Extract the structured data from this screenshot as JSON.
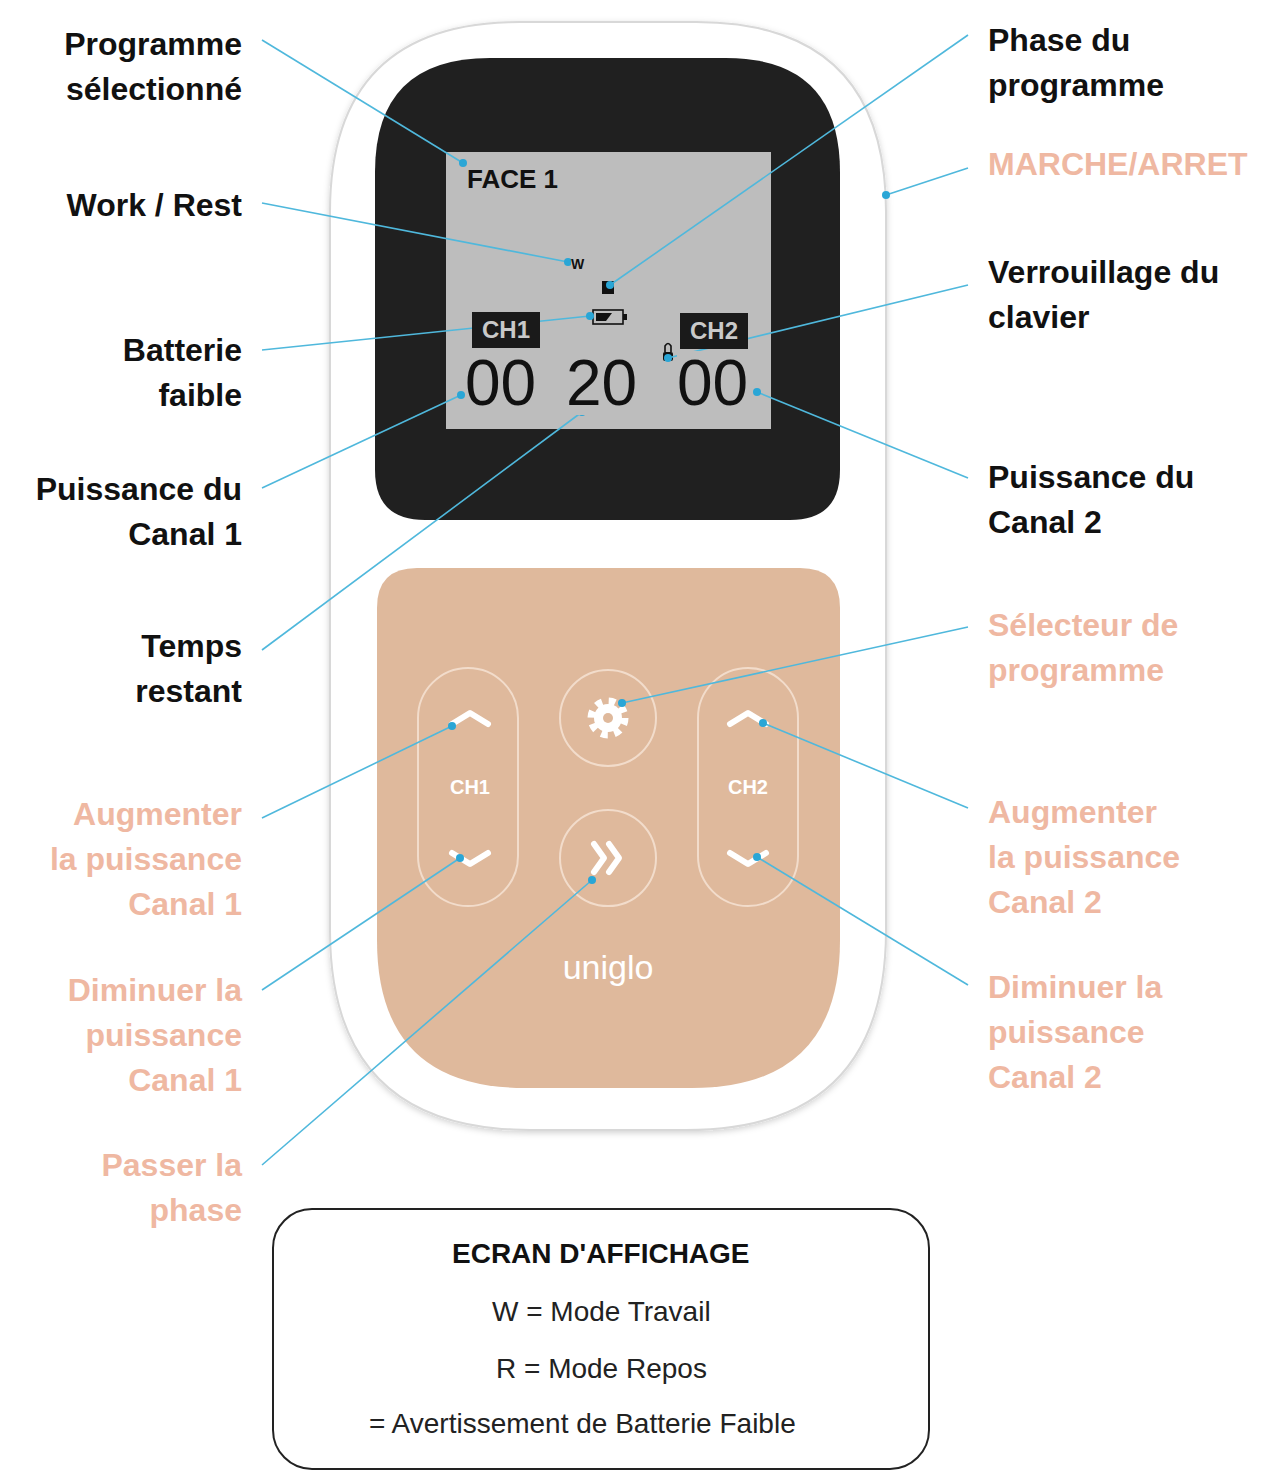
{
  "diagram": {
    "nodes": [
      {
        "text": [
          "CH1"
        ]
      },
      {
        "text": [
          "CH2"
        ]
      },
      {
        "text": [
          "ECRAN D'AFFICHAGE",
          "W = Mode Travail",
          "R = Mode Repos",
          "= Avertissement de Batterie Faible"
        ]
      }
    ],
    "labels": [
      "Programme sélectionné",
      "Work / Rest",
      "Batterie faible",
      "Puissance du Canal 1",
      "Temps restant",
      "Augmenter la puissance Canal 1",
      "Diminuer la puissance Canal 1",
      "Passer la phase",
      "Phase du programme",
      "MARCHE/ARRET",
      "Verrouillage du clavier",
      "Puissance du Canal 2",
      "Sélecteur de programme",
      "Augmenter la puissance Canal 2",
      "Diminuer la puissance Canal 2",
      "FACE 1",
      "W",
      "00",
      "20",
      "00",
      "CH1",
      "CH2",
      "uniglo"
    ]
  }
}
